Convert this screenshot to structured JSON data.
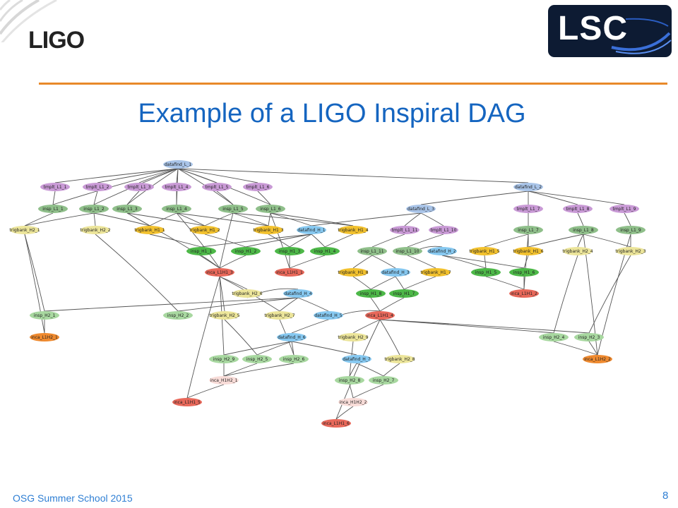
{
  "header": {
    "left_logo": "LIGO",
    "right_logo": "LSC"
  },
  "title": "Example of a LIGO Inspiral DAG",
  "footer": {
    "left_text": "OSG Summer School 2015",
    "page_number": "8"
  },
  "colors": {
    "accent_rule": "#e8892a",
    "title": "#1565c0",
    "footer": "#2f7fd4",
    "datafind": "#a9c4e8",
    "tmplt": "#c99ad6",
    "insp_L1": "#8fbf8a",
    "insp_H1": "#4db848",
    "insp_H2": "#a8d8a0",
    "trigbank_H1": "#f2c12e",
    "trigbank_H2": "#ece59a",
    "datafind_H": "#86c8f0",
    "inca_L1H1": "#e8685a",
    "inca_L1H2": "#ef8a2f",
    "inca_H1H2": "#f8dcd8"
  },
  "diagram": {
    "nodes": [
      {
        "id": "datafind_L_1",
        "type": "datafind"
      },
      {
        "id": "tmplt_L1_1",
        "type": "tmplt"
      },
      {
        "id": "tmplt_L1_2",
        "type": "tmplt"
      },
      {
        "id": "tmplt_L1_3",
        "type": "tmplt"
      },
      {
        "id": "tmplt_L1_4",
        "type": "tmplt"
      },
      {
        "id": "tmplt_L1_5",
        "type": "tmplt"
      },
      {
        "id": "tmplt_L1_6",
        "type": "tmplt"
      },
      {
        "id": "datafind_L_2",
        "type": "datafind"
      },
      {
        "id": "insp_L1_1",
        "type": "insp_L1"
      },
      {
        "id": "insp_L1_2",
        "type": "insp_L1"
      },
      {
        "id": "insp_L1_3",
        "type": "insp_L1"
      },
      {
        "id": "insp_L1_4",
        "type": "insp_L1"
      },
      {
        "id": "insp_L1_5",
        "type": "insp_L1"
      },
      {
        "id": "insp_L1_6",
        "type": "insp_L1"
      },
      {
        "id": "datafind_L_3",
        "type": "datafind"
      },
      {
        "id": "tmplt_L1_7",
        "type": "tmplt"
      },
      {
        "id": "tmplt_L1_8",
        "type": "tmplt"
      },
      {
        "id": "tmplt_L1_9",
        "type": "tmplt"
      },
      {
        "id": "trigbank_H2_1",
        "type": "trigbank_H2"
      },
      {
        "id": "trigbank_H2_2",
        "type": "trigbank_H2"
      },
      {
        "id": "trigbank_H1_1",
        "type": "trigbank_H1"
      },
      {
        "id": "trigbank_H1_2",
        "type": "trigbank_H1"
      },
      {
        "id": "trigbank_H1_3",
        "type": "trigbank_H1"
      },
      {
        "id": "datafind_H_1",
        "type": "datafind_H"
      },
      {
        "id": "trigbank_H1_4",
        "type": "trigbank_H1"
      },
      {
        "id": "tmplt_L1_11",
        "type": "tmplt"
      },
      {
        "id": "tmplt_L1_10",
        "type": "tmplt"
      },
      {
        "id": "insp_L1_7",
        "type": "insp_L1"
      },
      {
        "id": "insp_L1_8",
        "type": "insp_L1"
      },
      {
        "id": "insp_L1_9",
        "type": "insp_L1"
      },
      {
        "id": "insp_H1_1",
        "type": "insp_H1"
      },
      {
        "id": "insp_H1_2",
        "type": "insp_H1"
      },
      {
        "id": "insp_H1_3",
        "type": "insp_H1"
      },
      {
        "id": "insp_H1_4",
        "type": "insp_H1"
      },
      {
        "id": "insp_L1_11",
        "type": "insp_L1"
      },
      {
        "id": "insp_L1_10",
        "type": "insp_L1"
      },
      {
        "id": "datafind_H_2",
        "type": "datafind_H"
      },
      {
        "id": "trigbank_H1_5",
        "type": "trigbank_H1"
      },
      {
        "id": "trigbank_H1_6",
        "type": "trigbank_H1"
      },
      {
        "id": "trigbank_H2_4",
        "type": "trigbank_H2"
      },
      {
        "id": "trigbank_H2_3",
        "type": "trigbank_H2"
      },
      {
        "id": "inca_L1H1_3",
        "type": "inca_L1H1"
      },
      {
        "id": "inca_L1H1_1",
        "type": "inca_L1H1"
      },
      {
        "id": "trigbank_H1_8",
        "type": "trigbank_H1"
      },
      {
        "id": "datafind_H_3",
        "type": "datafind_H"
      },
      {
        "id": "trigbank_H1_7",
        "type": "trigbank_H1"
      },
      {
        "id": "insp_H1_5",
        "type": "insp_H1"
      },
      {
        "id": "insp_H1_6",
        "type": "insp_H1"
      },
      {
        "id": "trigbank_H2_6",
        "type": "trigbank_H2"
      },
      {
        "id": "insp_H1_8",
        "type": "insp_H1"
      },
      {
        "id": "insp_H1_7",
        "type": "insp_H1"
      },
      {
        "id": "inca_L1H1_2",
        "type": "inca_L1H1"
      },
      {
        "id": "datafind_H_4",
        "type": "datafind_H"
      },
      {
        "id": "insp_H2_1",
        "type": "insp_H2"
      },
      {
        "id": "insp_H2_2",
        "type": "insp_H2"
      },
      {
        "id": "trigbank_H2_5",
        "type": "trigbank_H2"
      },
      {
        "id": "trigbank_H2_7",
        "type": "trigbank_H2"
      },
      {
        "id": "datafind_H_5",
        "type": "datafind_H"
      },
      {
        "id": "inca_L1H1_4",
        "type": "inca_L1H1"
      },
      {
        "id": "inca_L1H2_1",
        "type": "inca_L1H2"
      },
      {
        "id": "datafind_H_6",
        "type": "datafind_H"
      },
      {
        "id": "trigbank_H2_9",
        "type": "trigbank_H2"
      },
      {
        "id": "insp_H2_4",
        "type": "insp_H2"
      },
      {
        "id": "insp_H2_3",
        "type": "insp_H2"
      },
      {
        "id": "insp_H2_9",
        "type": "insp_H2"
      },
      {
        "id": "insp_H2_5",
        "type": "insp_H2"
      },
      {
        "id": "insp_H2_6",
        "type": "insp_H2"
      },
      {
        "id": "datafind_H_7",
        "type": "datafind_H"
      },
      {
        "id": "trigbank_H2_8",
        "type": "trigbank_H2"
      },
      {
        "id": "inca_L1H2_2",
        "type": "inca_L1H2"
      },
      {
        "id": "inca_H1H2_1",
        "type": "inca_H1H2"
      },
      {
        "id": "insp_H2_8",
        "type": "insp_H2"
      },
      {
        "id": "insp_H2_7",
        "type": "insp_H2"
      },
      {
        "id": "inca_L1H1_5",
        "type": "inca_L1H1"
      },
      {
        "id": "inca_H1H2_2",
        "type": "inca_H1H2"
      },
      {
        "id": "inca_L1H1_6",
        "type": "inca_L1H1"
      }
    ],
    "edges": [
      [
        "datafind_L_1",
        "tmplt_L1_1"
      ],
      [
        "datafind_L_1",
        "tmplt_L1_2"
      ],
      [
        "datafind_L_1",
        "tmplt_L1_3"
      ],
      [
        "datafind_L_1",
        "tmplt_L1_4"
      ],
      [
        "datafind_L_1",
        "tmplt_L1_5"
      ],
      [
        "datafind_L_1",
        "tmplt_L1_6"
      ],
      [
        "datafind_L_1",
        "datafind_L_2"
      ],
      [
        "datafind_L_1",
        "insp_L1_1"
      ],
      [
        "datafind_L_1",
        "insp_L1_2"
      ],
      [
        "datafind_L_1",
        "insp_L1_3"
      ],
      [
        "datafind_L_1",
        "insp_L1_4"
      ],
      [
        "datafind_L_1",
        "insp_L1_5"
      ],
      [
        "datafind_L_1",
        "insp_L1_6"
      ],
      [
        "tmplt_L1_1",
        "insp_L1_1"
      ],
      [
        "tmplt_L1_2",
        "insp_L1_2"
      ],
      [
        "tmplt_L1_3",
        "insp_L1_3"
      ],
      [
        "tmplt_L1_4",
        "insp_L1_4"
      ],
      [
        "tmplt_L1_5",
        "insp_L1_5"
      ],
      [
        "tmplt_L1_6",
        "insp_L1_6"
      ],
      [
        "datafind_L_2",
        "datafind_L_3"
      ],
      [
        "datafind_L_2",
        "tmplt_L1_7"
      ],
      [
        "datafind_L_2",
        "tmplt_L1_8"
      ],
      [
        "datafind_L_2",
        "tmplt_L1_9"
      ],
      [
        "datafind_L_3",
        "tmplt_L1_11"
      ],
      [
        "datafind_L_3",
        "tmplt_L1_10"
      ],
      [
        "datafind_L_3",
        "datafind_H_1"
      ],
      [
        "tmplt_L1_7",
        "insp_L1_7"
      ],
      [
        "tmplt_L1_8",
        "insp_L1_8"
      ],
      [
        "tmplt_L1_9",
        "insp_L1_9"
      ],
      [
        "tmplt_L1_11",
        "insp_L1_11"
      ],
      [
        "tmplt_L1_10",
        "insp_L1_10"
      ],
      [
        "insp_L1_1",
        "trigbank_H2_1"
      ],
      [
        "insp_L1_2",
        "trigbank_H2_1"
      ],
      [
        "insp_L1_2",
        "trigbank_H2_2"
      ],
      [
        "insp_L1_2",
        "trigbank_H1_1"
      ],
      [
        "insp_L1_3",
        "trigbank_H1_1"
      ],
      [
        "insp_L1_3",
        "trigbank_H1_2"
      ],
      [
        "insp_L1_4",
        "trigbank_H1_1"
      ],
      [
        "insp_L1_4",
        "trigbank_H1_2"
      ],
      [
        "insp_L1_4",
        "trigbank_H1_3"
      ],
      [
        "insp_L1_5",
        "trigbank_H1_2"
      ],
      [
        "insp_L1_5",
        "trigbank_H1_3"
      ],
      [
        "insp_L1_5",
        "trigbank_H1_4"
      ],
      [
        "insp_L1_6",
        "trigbank_H1_3"
      ],
      [
        "insp_L1_6",
        "trigbank_H1_4"
      ],
      [
        "insp_L1_6",
        "datafind_H_1"
      ],
      [
        "insp_L1_3",
        "inca_L1H1_3"
      ],
      [
        "insp_L1_4",
        "inca_L1H1_3"
      ],
      [
        "insp_L1_5",
        "inca_L1H1_3"
      ],
      [
        "insp_L1_6",
        "inca_L1H1_1"
      ],
      [
        "trigbank_H1_1",
        "insp_H1_1"
      ],
      [
        "trigbank_H1_2",
        "insp_H1_2"
      ],
      [
        "trigbank_H1_3",
        "insp_H1_3"
      ],
      [
        "trigbank_H1_4",
        "insp_H1_4"
      ],
      [
        "datafind_H_1",
        "insp_H1_1"
      ],
      [
        "datafind_H_1",
        "insp_H1_2"
      ],
      [
        "datafind_H_1",
        "insp_H1_3"
      ],
      [
        "datafind_H_1",
        "insp_H1_4"
      ],
      [
        "insp_H1_1",
        "inca_L1H1_3"
      ],
      [
        "insp_H1_2",
        "inca_L1H1_3"
      ],
      [
        "insp_H1_3",
        "inca_L1H1_1"
      ],
      [
        "insp_H1_4",
        "inca_L1H1_1"
      ],
      [
        "insp_L1_7",
        "trigbank_H1_5"
      ],
      [
        "insp_L1_7",
        "trigbank_H1_6"
      ],
      [
        "insp_L1_8",
        "trigbank_H1_6"
      ],
      [
        "insp_L1_8",
        "trigbank_H2_4"
      ],
      [
        "insp_L1_8",
        "trigbank_H2_3"
      ],
      [
        "insp_L1_9",
        "trigbank_H2_3"
      ],
      [
        "insp_L1_11",
        "trigbank_H1_8"
      ],
      [
        "insp_L1_11",
        "datafind_H_3"
      ],
      [
        "insp_L1_10",
        "trigbank_H1_7"
      ],
      [
        "insp_L1_10",
        "datafind_H_2"
      ],
      [
        "datafind_H_2",
        "insp_H1_5"
      ],
      [
        "datafind_H_2",
        "insp_H1_6"
      ],
      [
        "trigbank_H1_5",
        "insp_H1_5"
      ],
      [
        "trigbank_H1_6",
        "insp_H1_6"
      ],
      [
        "insp_H1_5",
        "inca_L1H1_2"
      ],
      [
        "insp_H1_6",
        "inca_L1H1_2"
      ],
      [
        "insp_L1_7",
        "inca_L1H1_2"
      ],
      [
        "trigbank_H1_8",
        "insp_H1_8"
      ],
      [
        "datafind_H_3",
        "insp_H1_8"
      ],
      [
        "datafind_H_3",
        "insp_H1_7"
      ],
      [
        "trigbank_H1_7",
        "insp_H1_7"
      ],
      [
        "insp_H1_8",
        "inca_L1H1_4"
      ],
      [
        "insp_H1_7",
        "inca_L1H1_4"
      ],
      [
        "inca_L1H1_3",
        "trigbank_H2_6"
      ],
      [
        "inca_L1H1_3",
        "trigbank_H2_5"
      ],
      [
        "inca_L1H1_3",
        "trigbank_H2_7"
      ],
      [
        "inca_L1H1_3",
        "insp_H2_9"
      ],
      [
        "inca_L1H1_3",
        "inca_L1H1_5"
      ],
      [
        "trigbank_H2_1",
        "insp_H2_1"
      ],
      [
        "trigbank_H2_2",
        "insp_H2_2"
      ],
      [
        "insp_H2_1",
        "inca_L1H2_1"
      ],
      [
        "trigbank_H2_1",
        "inca_L1H2_1"
      ],
      [
        "datafind_H_4",
        "insp_H2_1"
      ],
      [
        "datafind_H_4",
        "insp_H2_2"
      ],
      [
        "datafind_H_4",
        "datafind_H_5"
      ],
      [
        "datafind_H_4",
        "trigbank_H2_7"
      ],
      [
        "datafind_H_5",
        "inca_L1H1_4"
      ],
      [
        "datafind_H_5",
        "datafind_H_6"
      ],
      [
        "inca_L1H1_4",
        "trigbank_H2_9"
      ],
      [
        "inca_L1H1_4",
        "trigbank_H2_8"
      ],
      [
        "inca_L1H1_4",
        "insp_H2_4"
      ],
      [
        "inca_L1H1_4",
        "insp_H2_3"
      ],
      [
        "inca_L1H1_4",
        "inca_L1H1_6"
      ],
      [
        "trigbank_H2_5",
        "insp_H2_5"
      ],
      [
        "trigbank_H2_7",
        "insp_H2_6"
      ],
      [
        "datafind_H_6",
        "insp_H2_9"
      ],
      [
        "datafind_H_6",
        "insp_H2_5"
      ],
      [
        "datafind_H_6",
        "insp_H2_6"
      ],
      [
        "datafind_H_6",
        "datafind_H_7"
      ],
      [
        "insp_H2_9",
        "inca_H1H2_1"
      ],
      [
        "insp_H2_5",
        "inca_H1H2_1"
      ],
      [
        "insp_H2_6",
        "inca_H1H2_1"
      ],
      [
        "inca_H1H2_1",
        "inca_L1H1_5"
      ],
      [
        "trigbank_H2_9",
        "insp_H2_8"
      ],
      [
        "trigbank_H2_8",
        "insp_H2_7"
      ],
      [
        "datafind_H_7",
        "insp_H2_8"
      ],
      [
        "datafind_H_7",
        "insp_H2_7"
      ],
      [
        "insp_H2_8",
        "inca_H1H2_2"
      ],
      [
        "insp_H2_7",
        "inca_H1H2_2"
      ],
      [
        "inca_H1H2_2",
        "inca_L1H1_6"
      ],
      [
        "trigbank_H2_4",
        "insp_H2_4"
      ],
      [
        "trigbank_H2_3",
        "insp_H2_3"
      ],
      [
        "insp_H2_4",
        "inca_L1H2_2"
      ],
      [
        "insp_H2_3",
        "inca_L1H2_2"
      ],
      [
        "insp_L1_8",
        "inca_L1H2_2"
      ],
      [
        "insp_L1_9",
        "inca_L1H2_2"
      ],
      [
        "trigbank_H2_6",
        "datafind_H_4"
      ]
    ]
  }
}
